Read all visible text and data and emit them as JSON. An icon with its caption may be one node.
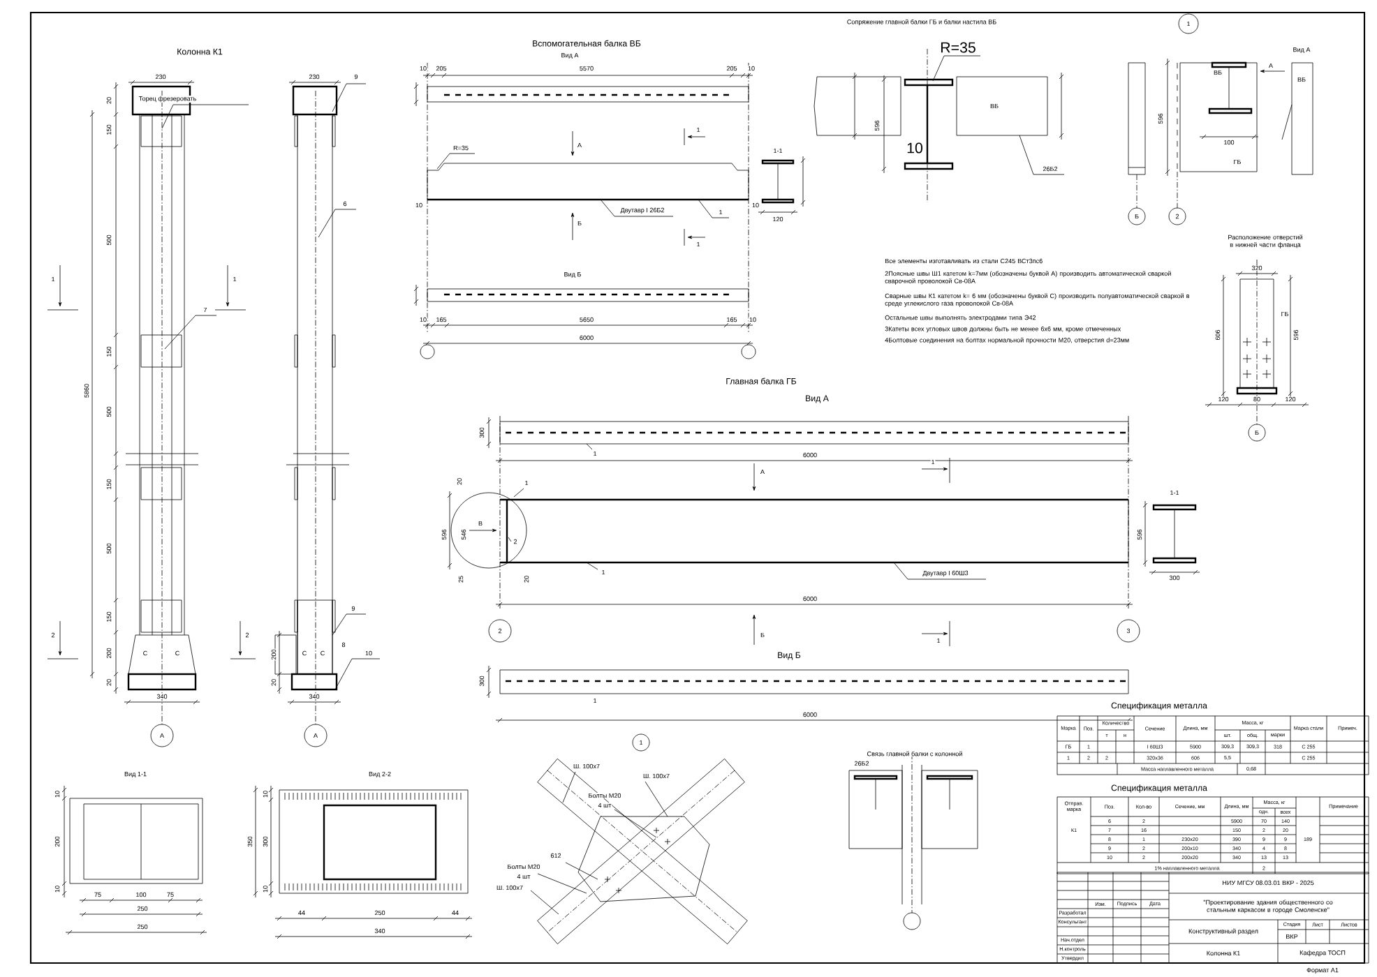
{
  "diagram": {
    "nodes": [
      {
        "text": [
          "А"
        ]
      },
      {
        "text": [
          "А"
        ]
      },
      {
        "text": [],
        "shape": "circle"
      },
      {
        "text": [],
        "shape": "circle"
      },
      {
        "text": [
          "1"
        ]
      },
      {
        "text": [
          "Б"
        ]
      },
      {
        "text": [
          "2"
        ]
      },
      {
        "text": [
          "Б"
        ]
      },
      {
        "text": [
          "2"
        ]
      },
      {
        "text": [
          "3"
        ]
      },
      {
        "text": [
          "1"
        ]
      },
      {
        "text": [],
        "shape": "circle"
      }
    ],
    "labels": [
      "Колонна К1",
      "230",
      "20",
      "Торец фрезеровать",
      "150",
      "500",
      "150",
      "500",
      "150",
      "500",
      "150",
      "200",
      "20",
      "5860",
      "340",
      "1",
      "1",
      "2",
      "2",
      "7",
      "С",
      "С",
      "230",
      "9",
      "6",
      "9",
      "200",
      "С",
      "С",
      "8",
      "10",
      "20",
      "340",
      "Вспомогательная балка ВБ",
      "Вид А",
      "10",
      "205",
      "5570",
      "205",
      "10",
      "R=35",
      "А",
      "1",
      "Двутавр I 26Б2",
      "1",
      "Б",
      "1",
      "10",
      "10",
      "1-1",
      "120",
      "Вид Б",
      "10",
      "165",
      "5650",
      "165",
      "10",
      "6000",
      "Сопряжение главной балки ГБ и балки настила ВБ",
      "R=35",
      "ВБ",
      "10",
      "26Б2",
      "596",
      "ВБ",
      "100",
      "ГБ",
      "596",
      "Вид А",
      "А",
      "ВБ",
      "Расположение отверстий в нижней части фланца",
      "320",
      "ГБ",
      "606",
      "596",
      "120",
      "80",
      "120",
      "Все элементы изготавливать из стали С245 ВСт3пс6",
      "2Поясные швы Ш1 катетом k=7мм (обозначены буквой А) производить автоматической сваркой сварочной проволокой Св-08А",
      "Сварные швы К1 катетом k= 6 мм (обозначены буквой С) производить полуавтоматической сваркой в среде углекислого газа проволокой Св-08А",
      "Остальные швы выполнять электродами типа Э42",
      "3Катеты всех угловых швов должны быть не менее 6х6 мм, кроме отмеченных",
      "4Болтовые соединения на болтах нормальной прочности М20, отверстия d=23мм",
      "Главная балка ГБ",
      "Вид А",
      "300",
      "1",
      "6000",
      "А",
      "1",
      "1",
      "20",
      "596",
      "546",
      "В",
      "2",
      "1",
      "Двутавр I 60Ш3",
      "25",
      "20",
      "6000",
      "Б",
      "1",
      "Вид Б",
      "300",
      "1",
      "6000",
      "1-1",
      "596",
      "300",
      "Вид 1-1",
      "10",
      "200",
      "10",
      "75",
      "100",
      "75",
      "250",
      "250",
      "Вид 2-2",
      "350",
      "10",
      "300",
      "10",
      "44",
      "250",
      "44",
      "340",
      "Ш. 100х7",
      "Ш. 100х7",
      "Болты М20",
      "4 шт",
      "612",
      "Болты М20",
      "4 шт",
      "Ш. 100х7",
      "Связь главной балки с колонной",
      "26Б2",
      "Спецификация металла",
      "Марка",
      "Поз.",
      "Количество",
      "т",
      "н",
      "Сечение",
      "Длина, мм",
      "Масса, кг",
      "шт.",
      "общ.",
      "марки",
      "Марка стали",
      "Примеч.",
      "ГБ",
      "1",
      "I 60Ш3",
      "5900",
      "309,3",
      "309,3",
      "318",
      "С 255",
      "1",
      "2",
      "2",
      "320х36",
      "606",
      "5,5",
      "С 255",
      "Масса наплавленного металла",
      "0,68",
      "Спецификация металла",
      "Отправ. марка",
      "Поз.",
      "Кол-во",
      "Сечение, мм",
      "Длина, мм",
      "Масса, кг",
      "одн.",
      "всех",
      "Примечание",
      "К1",
      "6",
      "2",
      "5900",
      "70",
      "140",
      "7",
      "16",
      "150",
      "2",
      "20",
      "8",
      "1",
      "230х20",
      "390",
      "9",
      "9",
      "9",
      "2",
      "200х10",
      "340",
      "4",
      "8",
      "10",
      "2",
      "200х20",
      "340",
      "13",
      "13",
      "189",
      "1% наплавленного металла",
      "2",
      "НИУ МГСУ 08.03.01 ВКР - 2025",
      "\"Проектирование здания общественного со стальным каркасом в городе Смоленске\"",
      "Конструктивный раздел",
      "Стадия",
      "Лист",
      "Листов",
      "ВКР",
      "Колонна К1",
      "Кафедра ТОСП",
      "Формат А1",
      "Изм.",
      "Подпись",
      "Дата",
      "Разработал",
      "Консультант",
      "Нач.отдел",
      "Н.контроль",
      "Утвердил"
    ]
  }
}
